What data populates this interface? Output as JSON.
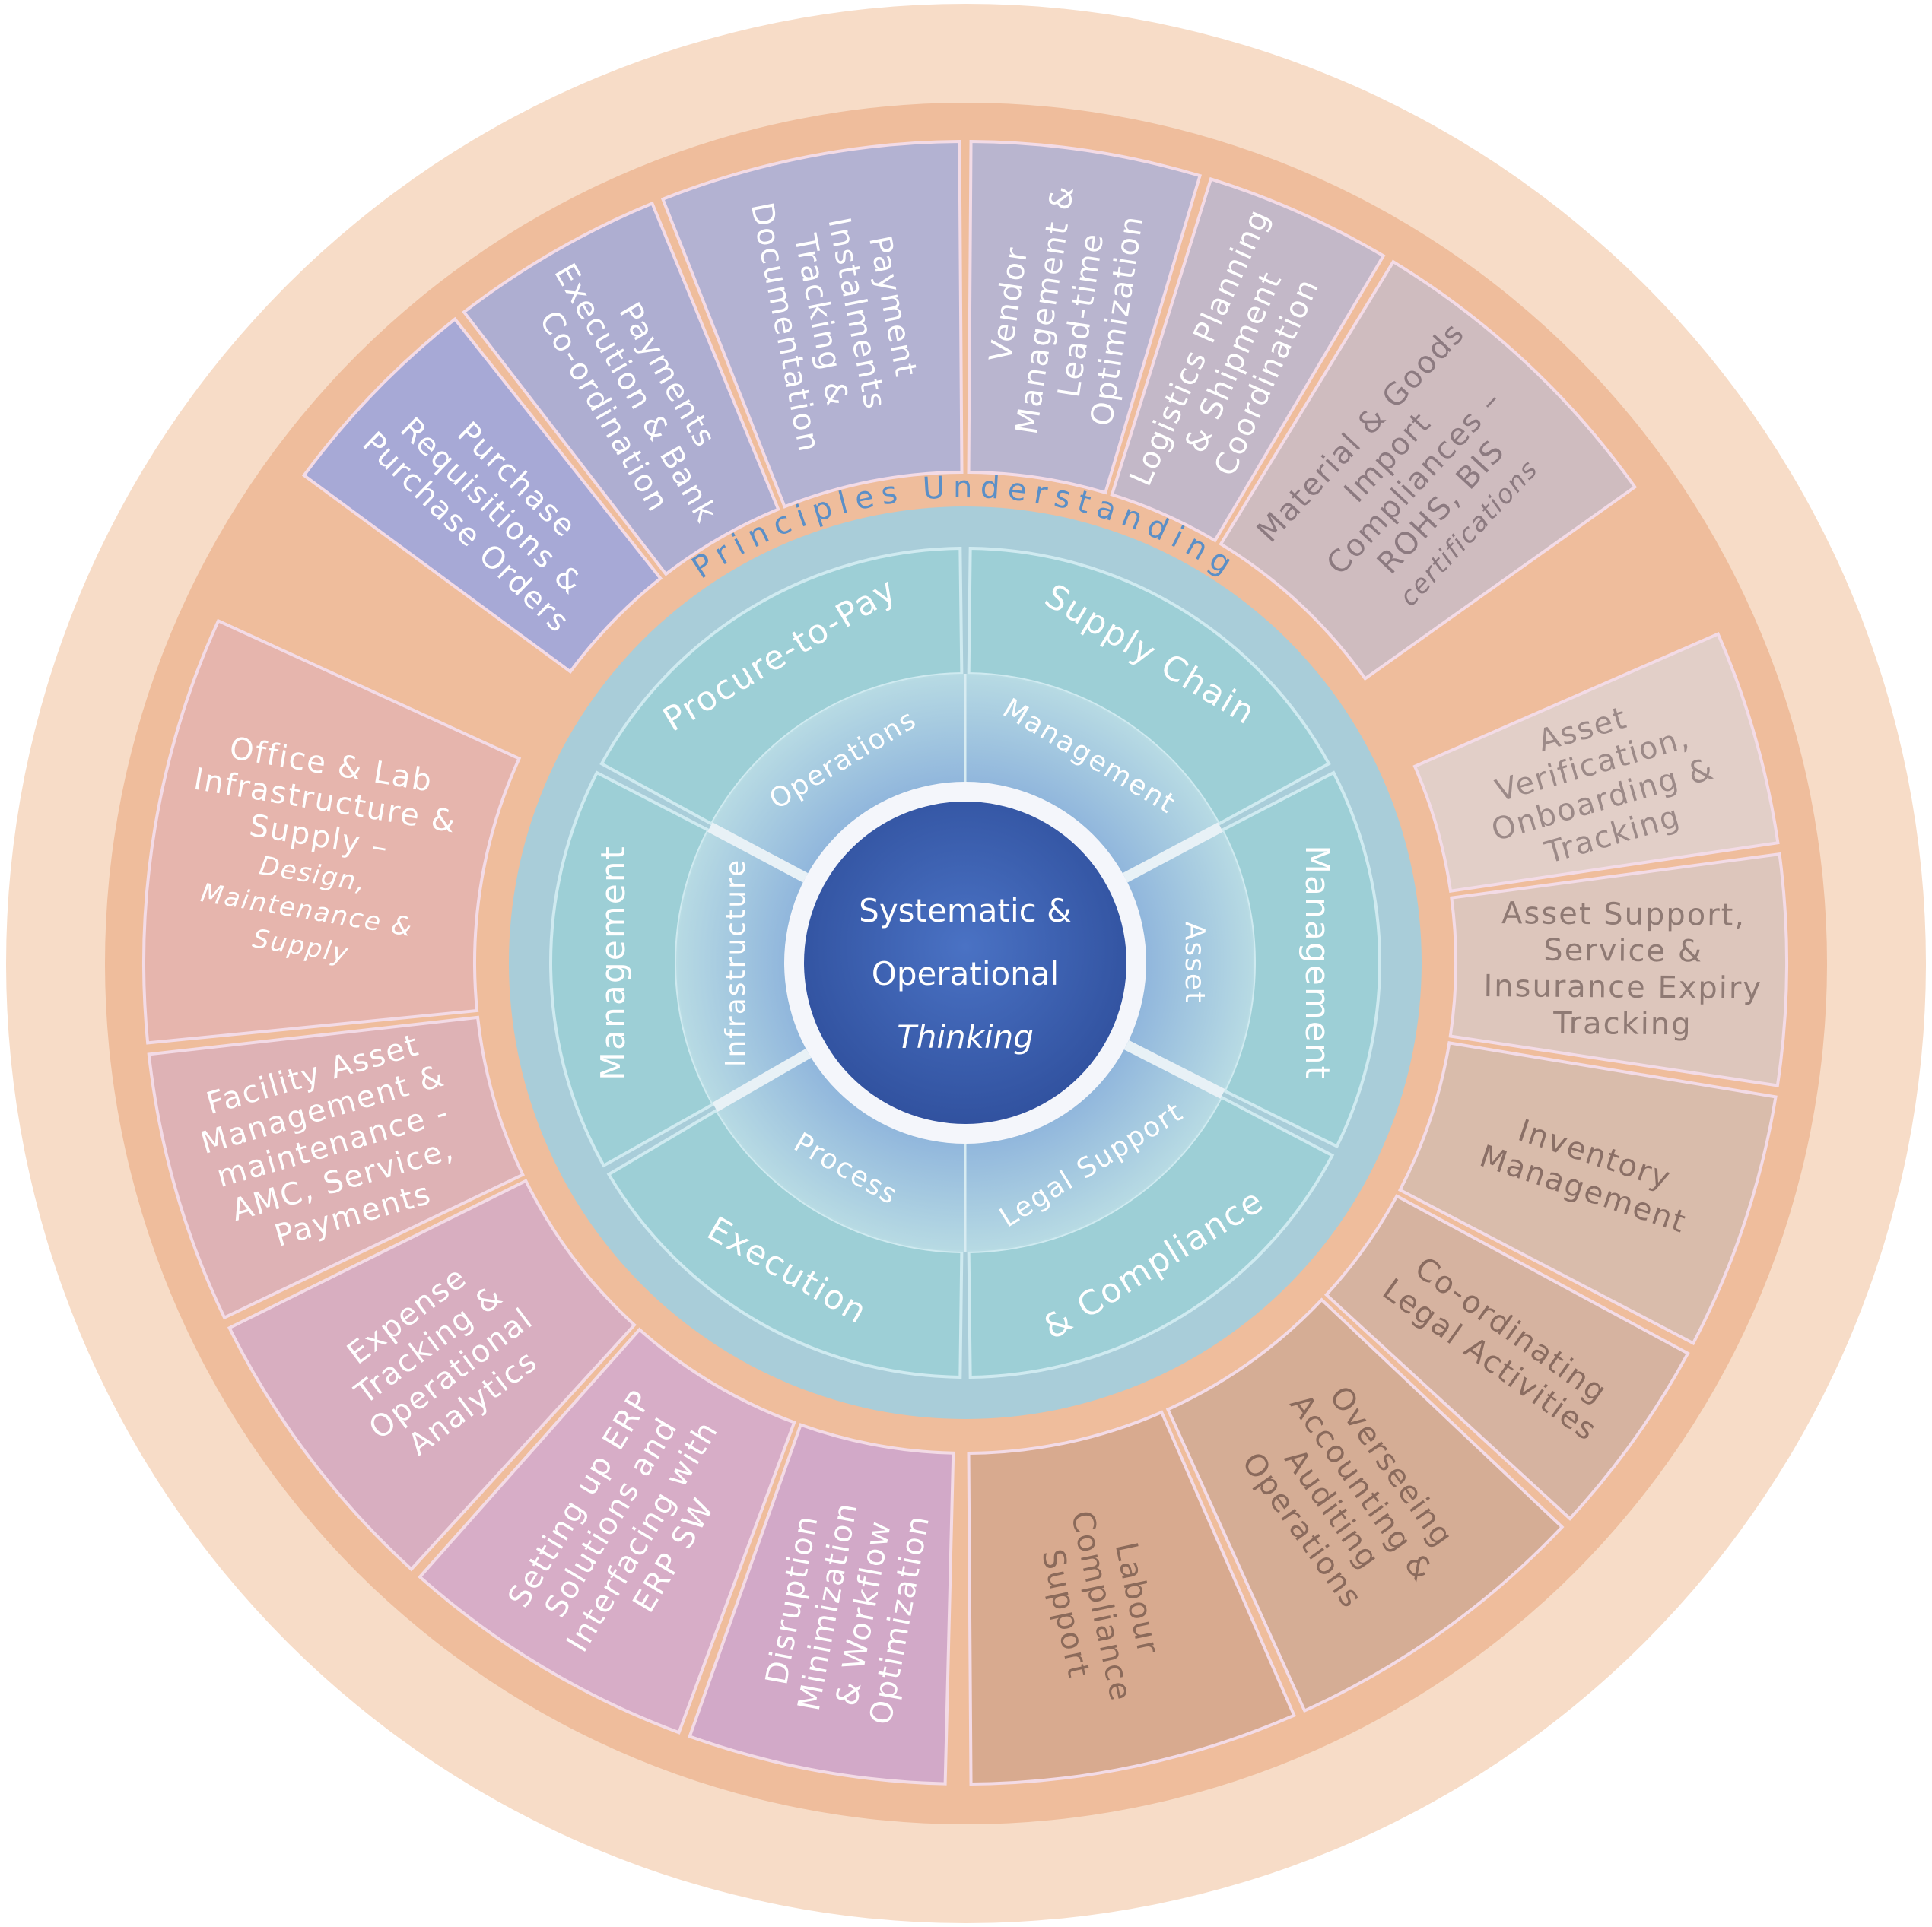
{
  "center": {
    "line1": "Systematic &",
    "line2": "Operational",
    "line3": "Thinking"
  },
  "ring_label": "Principles Understanding",
  "inner_sectors": [
    {
      "id": "procure",
      "outer": "Procure-to-Pay",
      "inner": "Operations",
      "color": "#ffffff"
    },
    {
      "id": "supply",
      "outer": "Supply Chain",
      "inner": "Management",
      "color": "#ffffff"
    },
    {
      "id": "asset",
      "outer": "Management",
      "inner": "Asset",
      "color": "#ffffff"
    },
    {
      "id": "legal",
      "outer": "& Compliance",
      "inner": "Legal Support",
      "color": "#ffffff"
    },
    {
      "id": "process",
      "outer": "Execution",
      "inner": "Process",
      "color": "#3d62b4"
    },
    {
      "id": "infra",
      "outer": "Management",
      "inner": "Infrastructure",
      "color": "#ffffff"
    }
  ],
  "outer_segments": [
    {
      "id": "purchase-requisitions",
      "lines": [
        "Purchase",
        "Requisitions &",
        "Purchase Orders"
      ],
      "color": "#a7a9d6",
      "text_color": "#ffffff"
    },
    {
      "id": "payments-execution",
      "lines": [
        "Payments",
        "Execution & Bank",
        "Co-ordination"
      ],
      "color": "#aeaed1",
      "text_color": "#ffffff"
    },
    {
      "id": "payment-instalments",
      "lines": [
        "Payment",
        "Instalments",
        "Tracking &",
        "Documentation"
      ],
      "color": "#b3b2d2",
      "text_color": "#ffffff"
    },
    {
      "id": "vendor-management",
      "lines": [
        "Vendor",
        "Management &",
        "Lead-time",
        "Optimization"
      ],
      "color": "#b9b5cf",
      "text_color": "#ffffff"
    },
    {
      "id": "logistics-planning",
      "lines": [
        "Logistics Planning",
        "& Shipment",
        "Coordination"
      ],
      "color": "#c3b8c8",
      "text_color": "#ffffff"
    },
    {
      "id": "material-goods",
      "lines": [
        "Material & Goods",
        "Import",
        "Compliances –",
        "ROHS, BIS"
      ],
      "small": "certifications",
      "color": "#cfbcbf",
      "text_color": "#8c7a80"
    },
    {
      "id": "asset-verification",
      "lines": [
        "Asset",
        "Verification,",
        "Onboarding &",
        "Tracking"
      ],
      "color": "#e2cfc8",
      "text_color": "#9c8a88"
    },
    {
      "id": "asset-support",
      "lines": [
        "Asset Support,",
        "Service &",
        "Insurance Expiry",
        "Tracking"
      ],
      "color": "#ddc6bc",
      "text_color": "#8f7a74"
    },
    {
      "id": "inventory",
      "lines": [
        "Inventory",
        "Management"
      ],
      "color": "#d9bcab",
      "text_color": "#8a6f66"
    },
    {
      "id": "legal-activities",
      "lines": [
        "Co-ordinating",
        "Legal Activities"
      ],
      "color": "#d6b3a0",
      "text_color": "#8a6c60"
    },
    {
      "id": "accounting",
      "lines": [
        "Overseeing",
        "Accounting &",
        "Auditing",
        "Operations"
      ],
      "color": "#d5ad95",
      "text_color": "#8a6a5c"
    },
    {
      "id": "labour",
      "lines": [
        "Labour",
        "Compliance",
        "Support"
      ],
      "color": "#d8aa8f",
      "text_color": "#8b6a5a"
    },
    {
      "id": "disruption",
      "lines": [
        "Disruption",
        "Minimization",
        "& Workflow",
        "Optimization"
      ],
      "color": "#d2a9c8",
      "text_color": "#ffffff"
    },
    {
      "id": "erp",
      "lines": [
        "Setting up ERP",
        "Solutions and",
        "Interfacing with",
        "ERP SW"
      ],
      "color": "#d7adc7",
      "text_color": "#ffffff"
    },
    {
      "id": "expense",
      "lines": [
        "Expense",
        "Tracking &",
        "Operational",
        "Analytics"
      ],
      "color": "#d8aec0",
      "text_color": "#ffffff"
    },
    {
      "id": "facility-asset",
      "lines": [
        "Facility Asset",
        "Management &",
        "maintenance  -",
        "AMC, Service,",
        "Payments"
      ],
      "color": "#deb2b5",
      "text_color": "#ffffff"
    },
    {
      "id": "office-lab",
      "lines": [
        "Office & Lab",
        "Infrastructure &",
        "Supply –"
      ],
      "small_lines": [
        "Design,",
        "Maintenance &",
        "Supply"
      ],
      "color": "#e6b5ad",
      "text_color": "#ffffff"
    }
  ]
}
